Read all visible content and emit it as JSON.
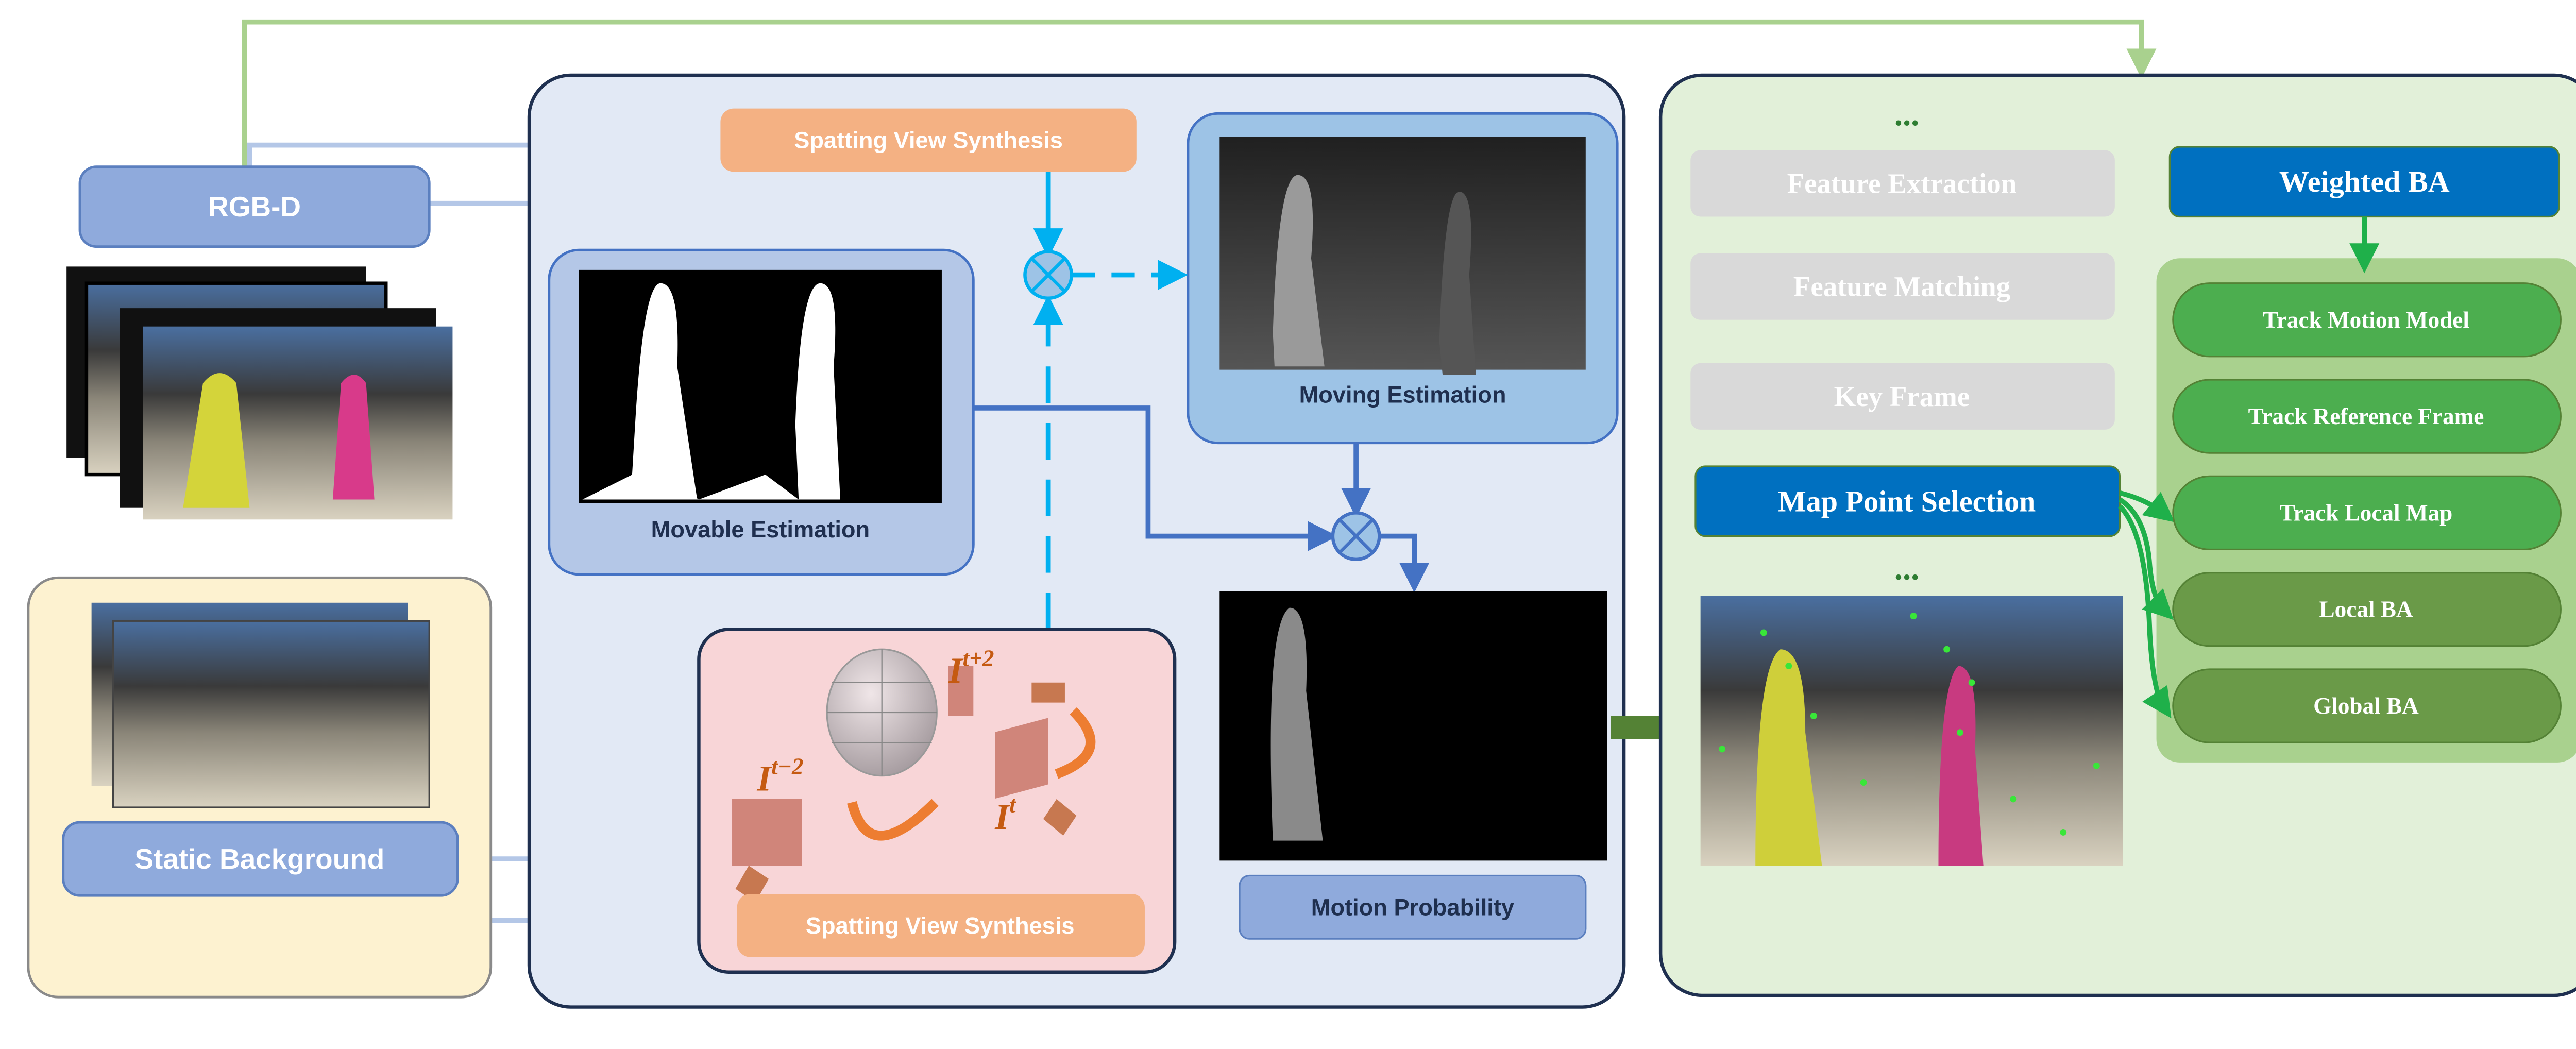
{
  "inputs": {
    "rgbd_label": "RGB-D",
    "static_background_label": "Static Background"
  },
  "middle": {
    "spatting_top_label": "Spatting View Synthesis",
    "spatting_bottom_label": "Spatting View Synthesis",
    "movable_estimation_label": "Movable Estimation",
    "moving_estimation_label": "Moving Estimation",
    "motion_probability_label": "Motion Probability",
    "frame_labels": {
      "t_minus_2": "I",
      "t_minus_2_sup": "t−2",
      "t_plus_2": "I",
      "t_plus_2_sup": "t+2",
      "t": "I",
      "t_sup": "t"
    }
  },
  "right": {
    "ellipsis_top": "...",
    "ellipsis_bottom": "...",
    "left_steps": [
      "Feature Extraction",
      "Feature Matching",
      "Key Frame"
    ],
    "map_point_selection": "Map Point Selection",
    "weighted_ba": "Weighted BA",
    "tracking_steps": [
      "Track Motion Model",
      "Track Reference Frame",
      "Track Local Map"
    ],
    "ba_steps": [
      "Local BA",
      "Global BA"
    ]
  },
  "colors": {
    "input_box": "#8faadc",
    "spatting": "#f4b183",
    "cyan_line": "#00b0f0",
    "blue_line": "#4472c4",
    "highlight_blue": "#0070c0",
    "track_green": "#4cae4f",
    "ba_green": "#6a9a48"
  }
}
